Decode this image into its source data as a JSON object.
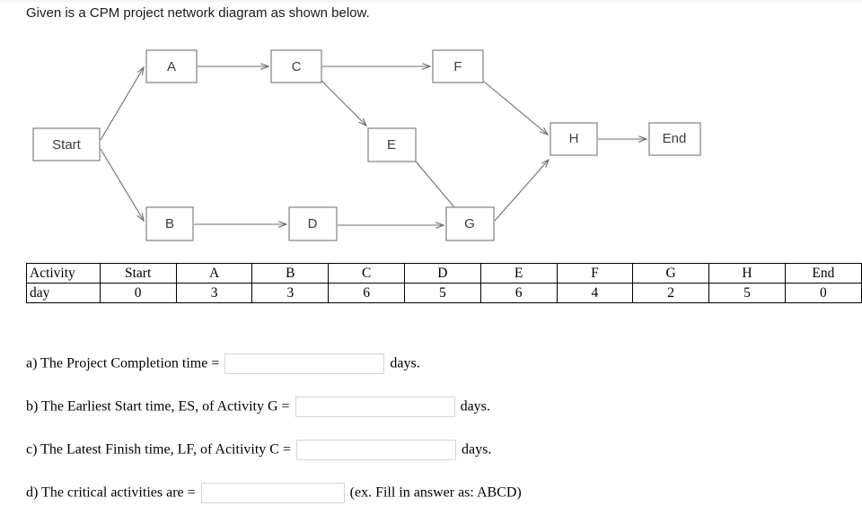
{
  "prompt": "Given is a CPM project network diagram as shown below.",
  "diagram": {
    "title": "CPM project network diagram",
    "nodes": [
      {
        "id": "start",
        "label": "Start"
      },
      {
        "id": "a",
        "label": "A"
      },
      {
        "id": "b",
        "label": "B"
      },
      {
        "id": "c",
        "label": "C"
      },
      {
        "id": "d",
        "label": "D"
      },
      {
        "id": "e",
        "label": "E"
      },
      {
        "id": "f",
        "label": "F"
      },
      {
        "id": "g",
        "label": "G"
      },
      {
        "id": "h",
        "label": "H"
      },
      {
        "id": "end",
        "label": "End"
      }
    ],
    "edges": [
      {
        "from": "start",
        "to": "a"
      },
      {
        "from": "start",
        "to": "b"
      },
      {
        "from": "a",
        "to": "c"
      },
      {
        "from": "c",
        "to": "f"
      },
      {
        "from": "c",
        "to": "e"
      },
      {
        "from": "b",
        "to": "d"
      },
      {
        "from": "d",
        "to": "g"
      },
      {
        "from": "e",
        "to": "g"
      },
      {
        "from": "f",
        "to": "h"
      },
      {
        "from": "g",
        "to": "h"
      },
      {
        "from": "h",
        "to": "end"
      }
    ],
    "box_stroke": "#808080",
    "edge_stroke": "#6e6e6e",
    "label_color": "#3b3b3b"
  },
  "table": {
    "row_headers": [
      "Activity",
      "day"
    ],
    "columns": [
      "Start",
      "A",
      "B",
      "C",
      "D",
      "E",
      "F",
      "G",
      "H",
      "End"
    ],
    "days": [
      "0",
      "3",
      "3",
      "6",
      "5",
      "6",
      "4",
      "2",
      "5",
      "0"
    ]
  },
  "questions": [
    {
      "id": "a",
      "text": "a) The Project Completion time =",
      "value": "",
      "suffix": "days."
    },
    {
      "id": "b",
      "text": "b) The Earliest Start time, ES, of Activity G =",
      "value": "",
      "suffix": "days."
    },
    {
      "id": "c",
      "text": "c) The Latest Finish time, LF, of Acitivity C =",
      "value": "",
      "suffix": "days."
    },
    {
      "id": "d",
      "text": "d) The critical activities are =",
      "value": "",
      "suffix": "(ex. Fill in answer as: ABCD)"
    }
  ]
}
